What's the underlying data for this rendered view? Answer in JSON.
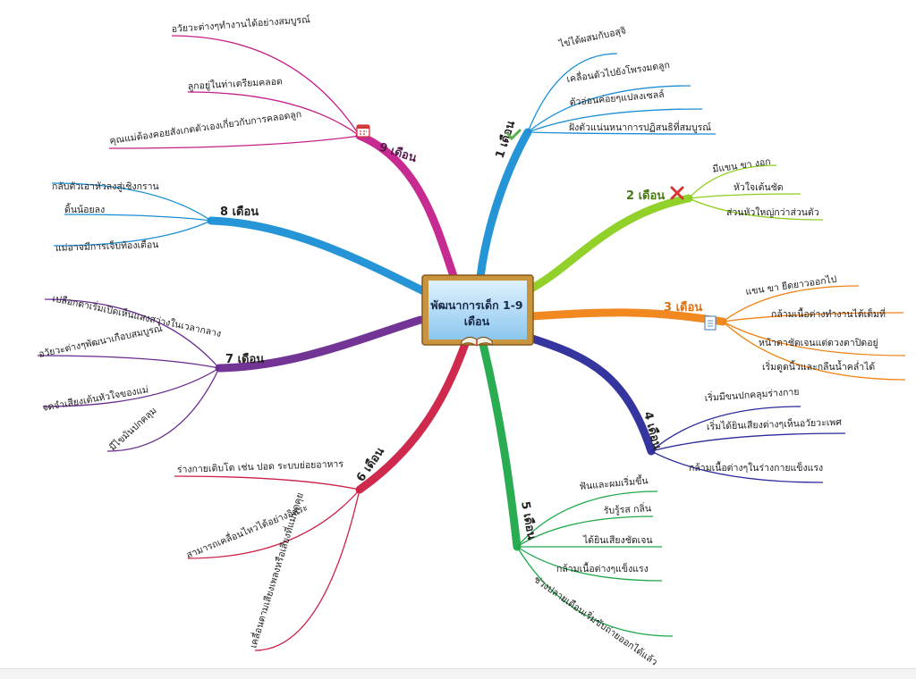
{
  "central_topic": {
    "line1": "พัฒนาการเด็ก 1-9",
    "line2": "เดือน"
  },
  "branches": [
    {
      "id": "m1",
      "label": "1 เดือน",
      "color": "#1a8fd6",
      "icon": "check-icon",
      "items": [
        "ไข่ได้ผสมกับอสุจิ",
        "เคลื่อนตัวไปยังโพรงมดลูก",
        "ตัวอ่อนค่อยๆแปลงเซลล์",
        "ฝังตัวแน่นหนาการปฏิสนธิที่สมบูรณ์"
      ]
    },
    {
      "id": "m2",
      "label": "2 เดือน",
      "color": "#8ccf1f",
      "icon": "cross-icon",
      "items": [
        "มีแขน ขา งอก",
        "หัวใจเต้นชัด",
        "ส่วนหัวใหญ่กว่าส่วนตัว"
      ]
    },
    {
      "id": "m3",
      "label": "3 เดือน",
      "color": "#f08214",
      "icon": "document-icon",
      "items": [
        "แขน ขา ยืดยาวออกไป",
        "กล้ามเนื้อต่างทำงานได้เต็มที่",
        "หน้าตาชัดเจนแต่ดวงตาปิดอยู่",
        "เริ่มดูดนิ้วและกลืนน้ำคล่ำได้"
      ]
    },
    {
      "id": "m4",
      "label": "4 เดือน",
      "color": "#2a2a9a",
      "icon": "",
      "items": [
        "เริ่มมีขนปกคลุมร่างกาย",
        "เริ่มได้ยินเสียงต่างๆเห็นอวัยวะเพศ",
        "กล้ามเนื้อต่างๆในร่างกายแข็งแรง"
      ]
    },
    {
      "id": "m5",
      "label": "5 เดือน",
      "color": "#1fa84a",
      "icon": "",
      "items": [
        "ฟันและผมเริ่มขึ้น",
        "รับรู้รส กลิ่น",
        "ได้ยินเสียงชัดเจน",
        "กล้ามเนื้อต่างๆแข็งแรง",
        "ช่วงปลายเดือนเริ่มขับถ่ายออกได้แล้ว"
      ]
    },
    {
      "id": "m6",
      "label": "6 เดือน",
      "color": "#cc1f45",
      "icon": "",
      "items": [
        "ร่างกายเติบโต เช่น ปอด ระบบย่อยอาหาร",
        "สามารถเคลื่อนไหวได้อย่างอิสระ",
        "เคลื่อนตามเสียงเพลงหรือเสียงที่แม่พูดคุย"
      ]
    },
    {
      "id": "m7",
      "label": "7 เดือน",
      "color": "#6a2a8f",
      "icon": "",
      "items": [
        "เปลือกตาเริ่มเปิดเห็นแสงสว่างในเวลากลาง",
        "อวัยวะต่างๆพัฒนาเกือบสมบูรณ์",
        "จดจำเสียงเต้นหัวใจของแม่",
        "มีไขมันปกคลุม"
      ]
    },
    {
      "id": "m8",
      "label": "8 เดือน",
      "color": "#1a8fd6",
      "icon": "",
      "items": [
        "กลับตัวเอาหัวลงสู่เชิงกราน",
        "ดิ้นน้อยลง",
        "แม่อาจมีการเจ็บท้องเตือน"
      ]
    },
    {
      "id": "m9",
      "label": "9 เดือน",
      "color": "#c41f8a",
      "icon": "calendar-icon",
      "items": [
        "อวัยวะต่างๆทำงานได้อย่างสมบูรณ์",
        "ลูกอยู่ในท่าเตรียมคลอด",
        "คุณแม่ต้องคอยสังเกตตัวเองเกี่ยวกับการคลอดลูก"
      ]
    }
  ]
}
